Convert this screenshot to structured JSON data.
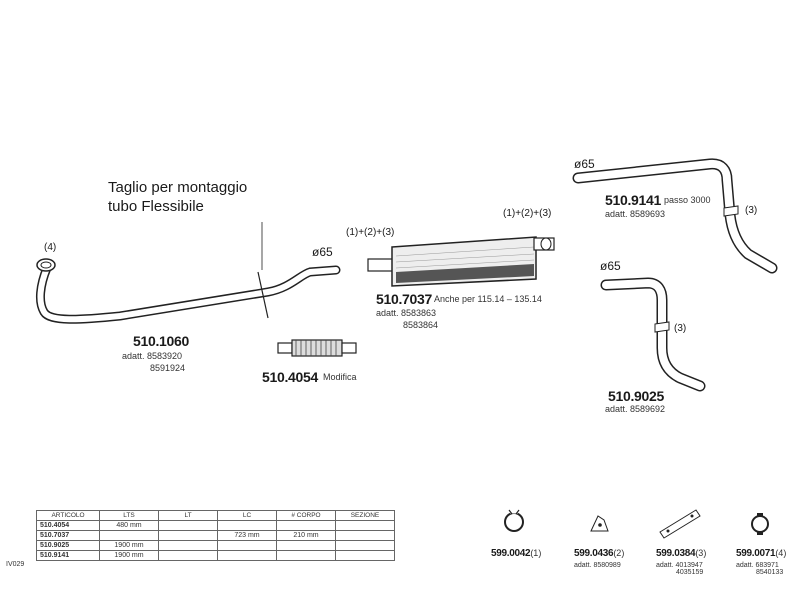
{
  "callout": {
    "line1": "Taglio per montaggio",
    "line2": "tubo Flessibile"
  },
  "parts": {
    "p1060": {
      "number": "510.1060",
      "adatt1": "adatt. 8583920",
      "adatt2": "8591924",
      "tag": "(4)",
      "diameter": "ø65"
    },
    "p4054": {
      "number": "510.4054",
      "note": "Modifica"
    },
    "p7037": {
      "number": "510.7037",
      "note": "Anche per 115.14 – 135.14",
      "adatt1": "adatt. 8583863",
      "adatt2": "8583864",
      "tag_left": "(1)+(2)+(3)",
      "tag_right": "(1)+(2)+(3)"
    },
    "p9141": {
      "number": "510.9141",
      "note": "passo 3000",
      "adatt1": "adatt. 8589693",
      "diameter": "ø65",
      "tag": "(3)"
    },
    "p9025": {
      "number": "510.9025",
      "adatt1": "adatt. 8589692",
      "diameter": "ø65",
      "tag": "(3)"
    }
  },
  "accessories": [
    {
      "number": "599.0042",
      "tag": "(1)",
      "adatt1": "",
      "adatt2": ""
    },
    {
      "number": "599.0436",
      "tag": "(2)",
      "adatt1": "adatt. 8580989",
      "adatt2": ""
    },
    {
      "number": "599.0384",
      "tag": "(3)",
      "adatt1": "adatt. 4013947",
      "adatt2": "4035159"
    },
    {
      "number": "599.0071",
      "tag": "(4)",
      "adatt1": "adatt. 683971",
      "adatt2": "8540133"
    }
  ],
  "table": {
    "side_label": "IV029",
    "headers": [
      "ARTICOLO",
      "LTS",
      "LT",
      "LC",
      "# CORPO",
      "SEZIONE"
    ],
    "rows": [
      [
        "510.4054",
        "480 mm",
        "",
        "",
        "",
        ""
      ],
      [
        "510.7037",
        "",
        "",
        "723 mm",
        "210 mm",
        ""
      ],
      [
        "510.9025",
        "1900 mm",
        "",
        "",
        "",
        ""
      ],
      [
        "510.9141",
        "1900 mm",
        "",
        "",
        "",
        ""
      ]
    ]
  }
}
